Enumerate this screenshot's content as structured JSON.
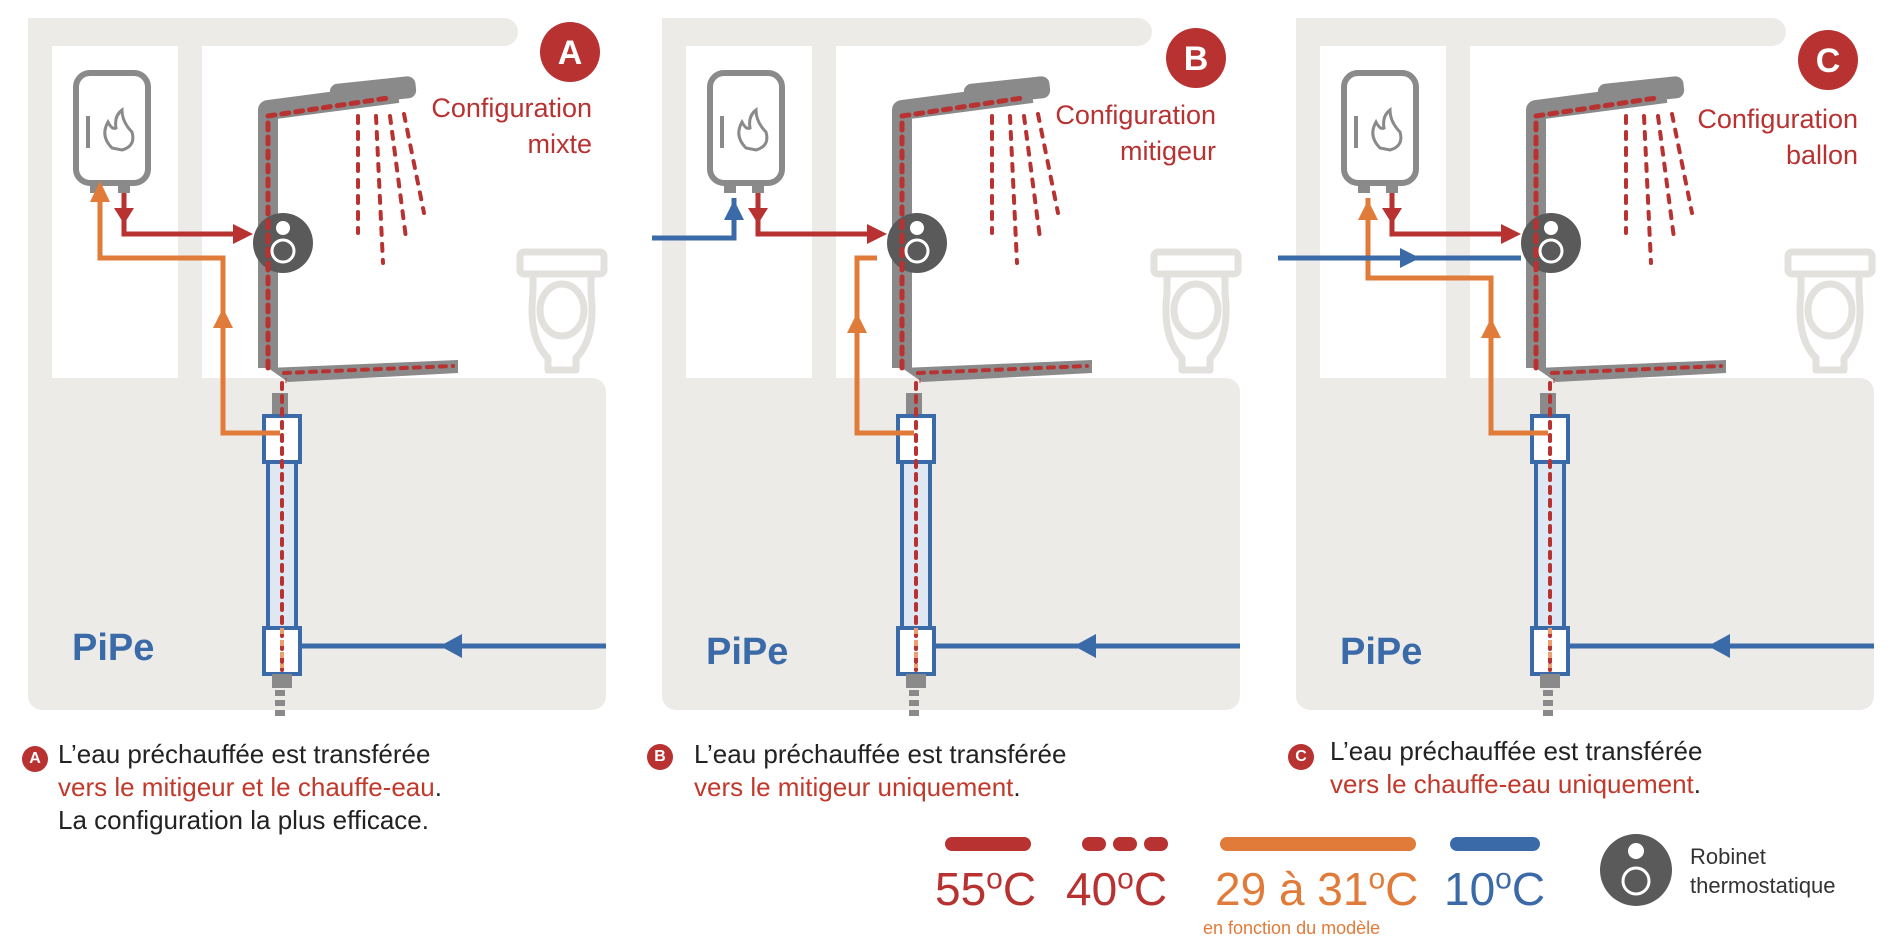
{
  "panels": [
    {
      "letter": "A",
      "config_line1": "Configuration",
      "config_line2": "mixte",
      "brand": "PiPe"
    },
    {
      "letter": "B",
      "config_line1": "Configuration",
      "config_line2": "mitigeur",
      "brand": "PiPe"
    },
    {
      "letter": "C",
      "config_line1": "Configuration",
      "config_line2": "ballon",
      "brand": "PiPe"
    }
  ],
  "captions": [
    {
      "letter": "A",
      "line1": "L’eau préchauffée est transférée",
      "line2_red": "vers le mitigeur et le chauffe-eau",
      "line2_end": ".",
      "line3": "La configuration la plus efficace."
    },
    {
      "letter": "B",
      "line1": "L’eau préchauffée est transférée",
      "line2_red": "vers le mitigeur uniquement",
      "line2_end": "."
    },
    {
      "letter": "C",
      "line1": "L’eau préchauffée est transférée",
      "line2_red": "vers le chauffe-eau uniquement",
      "line2_end": "."
    }
  ],
  "legend": {
    "items": [
      {
        "label": "55",
        "unit": "C",
        "style": "solid",
        "color": "#b83232"
      },
      {
        "label": "40",
        "unit": "C",
        "style": "dotted",
        "color": "#b83232"
      },
      {
        "label": "29 à 31",
        "unit": "C",
        "style": "solid",
        "color": "#e07b39",
        "note": "en fonction du modèle"
      },
      {
        "label": "10",
        "unit": "C",
        "style": "solid",
        "color": "#3b6aa8"
      }
    ],
    "robinet_line1": "Robinet",
    "robinet_line2": "thermostatique"
  },
  "colors": {
    "hot": "#b83232",
    "warm": "#e07b39",
    "cold": "#3b6aa8",
    "pipe_gray": "#8a8a8a",
    "wall": "#ecebe8"
  }
}
